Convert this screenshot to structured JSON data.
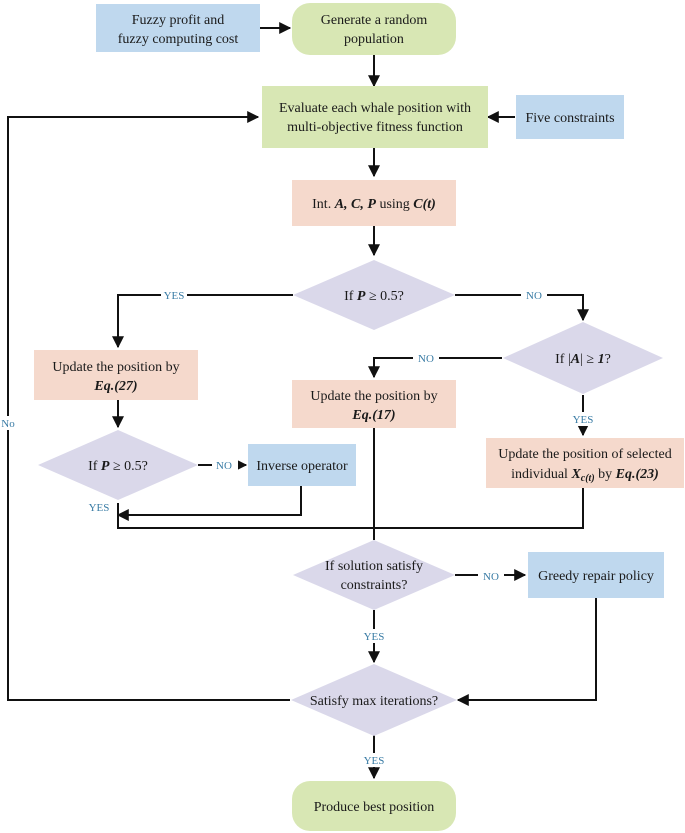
{
  "colors": {
    "green": "#d8e7b4",
    "blue": "#bfd8ee",
    "pink": "#f5d9cc",
    "purple": "#dad8ea",
    "edge_label": "#3a7ca5"
  },
  "nodes": {
    "fuzzy_input": {
      "line1": "Fuzzy profit and",
      "line2": "fuzzy computing cost"
    },
    "generate": {
      "line1": "Generate a random",
      "line2": "population"
    },
    "evaluate": {
      "line1": "Evaluate each whale position with",
      "line2": "multi-objective fitness function"
    },
    "constraints": {
      "label": "Five constraints"
    },
    "init": {
      "prefix": "Int. ",
      "vars": "A, C, P",
      "mid": " using ",
      "func": "C(t)"
    },
    "decision_p1": {
      "prefix": "If ",
      "var": "P",
      "rest": " ≥ 0.5?"
    },
    "update27": {
      "line1": "Update the position by",
      "eq": "Eq.(27)"
    },
    "decision_p2": {
      "prefix": "If ",
      "var": "P",
      "rest": " ≥ 0.5?"
    },
    "inverse": {
      "label": "Inverse operator"
    },
    "update17": {
      "line1": "Update the position by",
      "eq": "Eq.(17)"
    },
    "decision_a": {
      "prefix": "If |",
      "var": "A",
      "mid": "| ≥ ",
      "one": "1",
      "rest": "?"
    },
    "update23": {
      "line1": "Update the position of selected",
      "line2_prefix": "individual ",
      "x": "X",
      "sub": "c(t)",
      "line2_mid": "  by ",
      "eq": "Eq.(23)"
    },
    "decision_constraints": {
      "line1": "If solution satisfy",
      "line2": "constraints?"
    },
    "greedy": {
      "label": "Greedy repair policy"
    },
    "decision_iter": {
      "label": "Satisfy max iterations?"
    },
    "best": {
      "label": "Produce best position"
    }
  },
  "edge_labels": {
    "yes_p1": "YES",
    "no_p1": "NO",
    "no_a": "NO",
    "yes_a": "YES",
    "no_p2": "NO",
    "yes_p2": "YES",
    "no_constraints": "NO",
    "yes_constraints": "YES",
    "no_iter": "No",
    "yes_iter": "YES"
  }
}
